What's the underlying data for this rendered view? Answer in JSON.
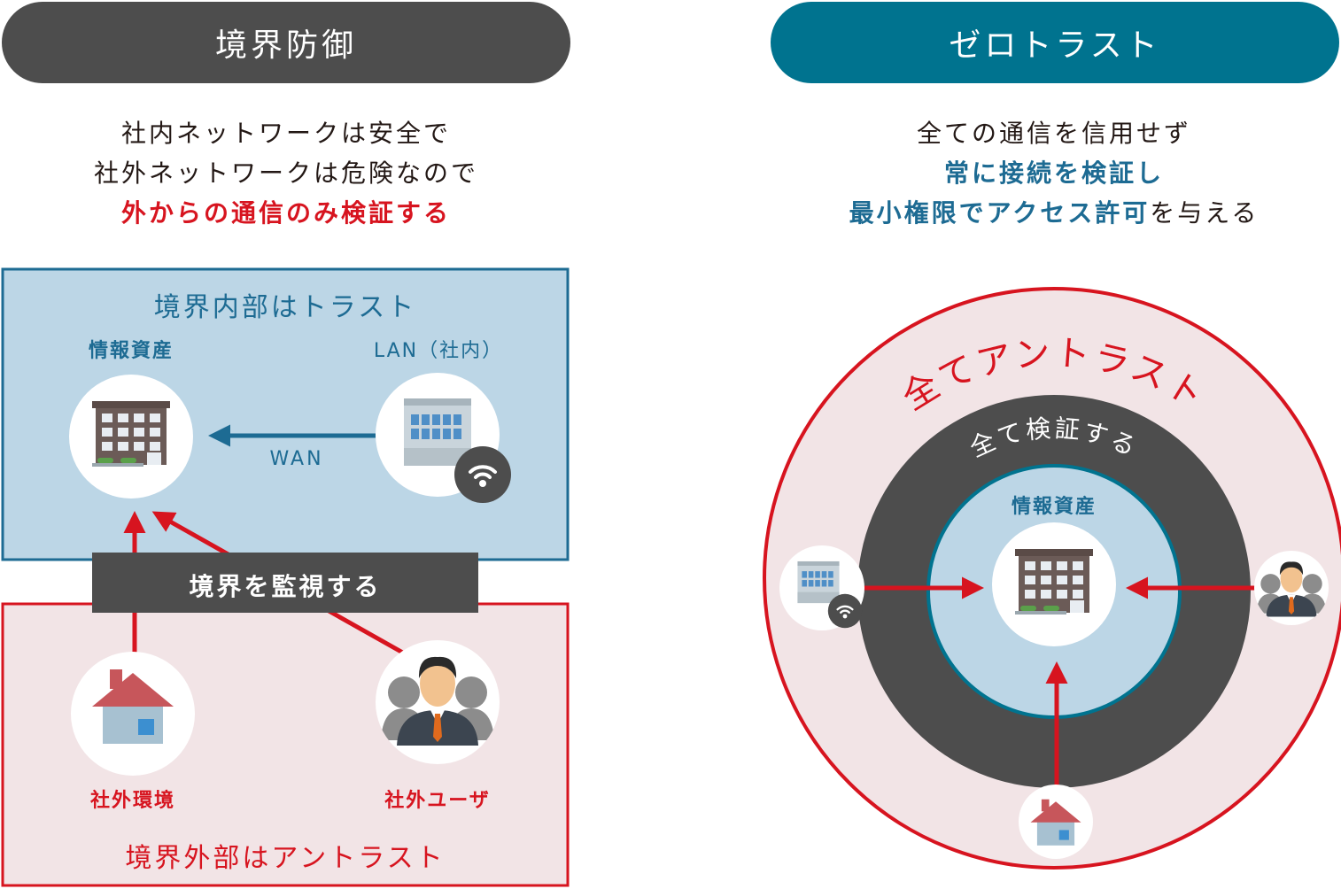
{
  "left": {
    "header": "境界防御",
    "desc_line1": "社内ネットワークは安全で",
    "desc_line2": "社外ネットワークは危険なので",
    "desc_line3": "外からの通信のみ検証する",
    "inner_box_title": "境界内部はトラスト",
    "asset_label": "情報資産",
    "lan_label": "LAN（社内）",
    "wan_label": "WAN",
    "monitor_label": "境界を監視する",
    "ext_env_label": "社外環境",
    "ext_user_label": "社外ユーザ",
    "outer_box_title": "境界外部はアントラスト"
  },
  "right": {
    "header": "ゼロトラスト",
    "desc_line1": "全ての通信を信用せず",
    "desc_line2": "常に接続を検証し",
    "desc_line3_blue": "最小権限でアクセス許可",
    "desc_line3_rest": "を与える",
    "outer_ring_label": "全てアントラスト",
    "middle_ring_label": "全て検証する",
    "core_label": "情報資産"
  },
  "colors": {
    "dark": "#4d4d4d",
    "teal": "#00738f",
    "red": "#d7141f",
    "blue": "#1d6b93",
    "trust_bg": "#bcd6e6",
    "untrust_bg": "#f2e4e6"
  }
}
